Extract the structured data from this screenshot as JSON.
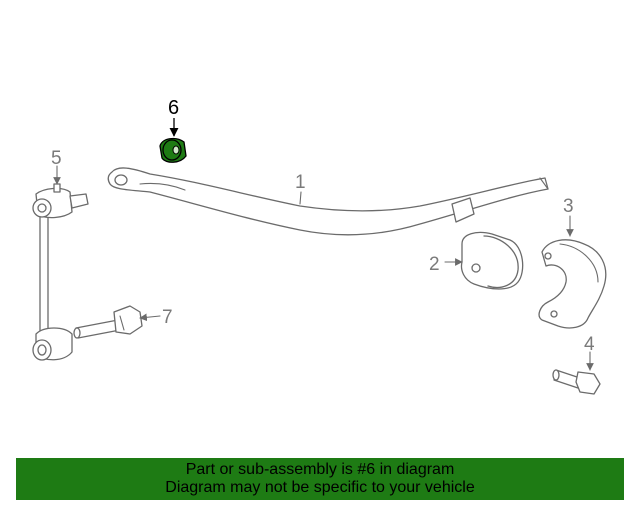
{
  "callouts": {
    "c1": "1",
    "c2": "2",
    "c3": "3",
    "c4": "4",
    "c5": "5",
    "c6": "6",
    "c7": "7"
  },
  "highlight_color": "#1e7b14",
  "banner": {
    "line1": "Part or sub-assembly is #6 in diagram",
    "line2": "Diagram may not be specific to your vehicle"
  }
}
